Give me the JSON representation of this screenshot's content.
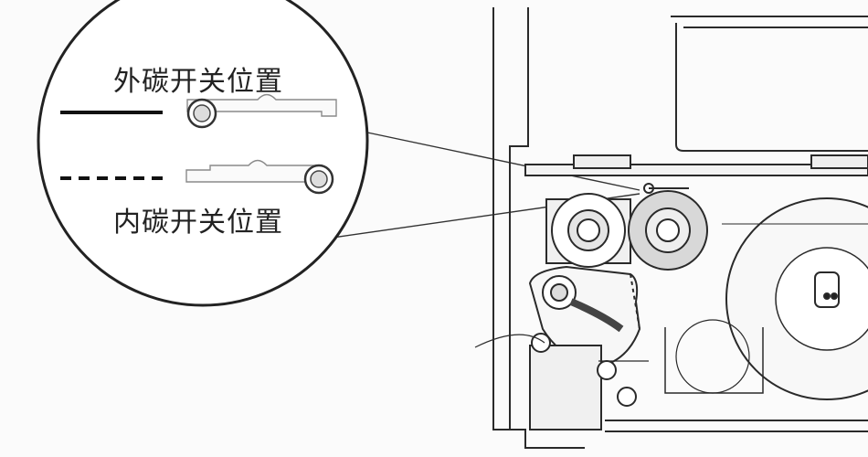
{
  "labels": {
    "outer_switch_position": "外碳开关位置",
    "inner_switch_position": "内碳开关位置"
  },
  "colors": {
    "line": "#2a2a2a",
    "roller_fill": "#dddddd",
    "stroke_light": "#555555"
  },
  "legend": [
    {
      "style": "solid",
      "meaning_label_key": "outer_switch_position"
    },
    {
      "style": "dashed",
      "meaning_label_key": "inner_switch_position"
    }
  ]
}
